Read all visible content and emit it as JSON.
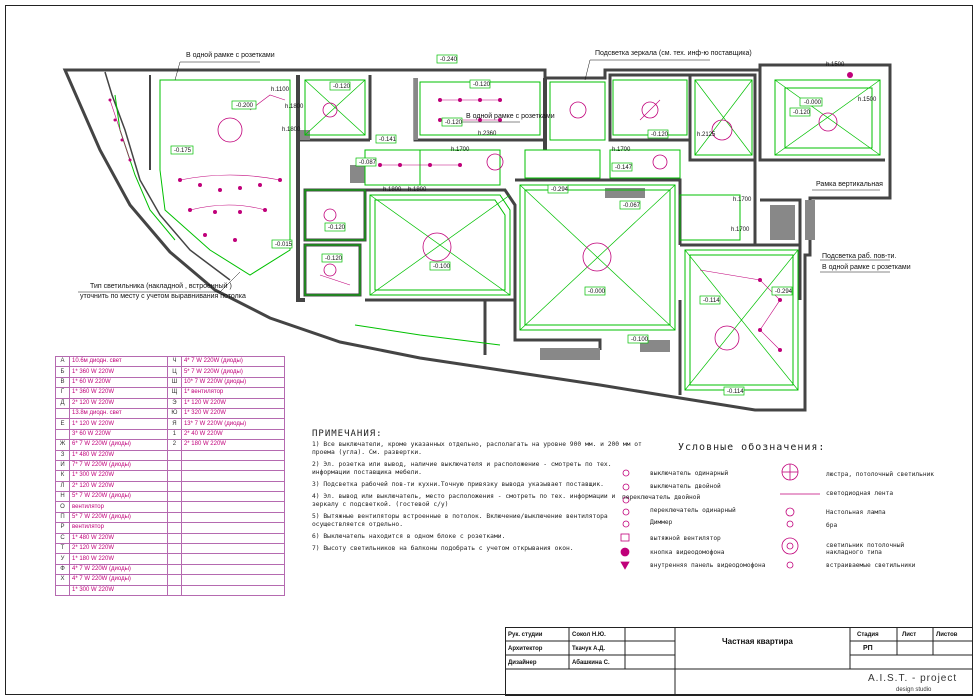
{
  "callouts": {
    "sockets_frame_top": "В одной рамке с розетками",
    "mirror_light": "Подсветка зеркала (см. тех. инф-ю поставщика)",
    "sockets_frame_mid": "В одной рамке с розетками",
    "frame_vertical": "Рамка вертикальная",
    "work_surface": "Подсветка раб. пов-ти.",
    "sockets_frame_right": "В одной рамке с розетками",
    "fixture_type_1": "Тип светильника (накладной , встроенный )",
    "fixture_type_2": "уточнить по месту с учетом выравнивания потолка"
  },
  "levels": [
    "-0.240",
    "-0.120",
    "-0.200",
    "-0.175",
    "-0.120",
    "-0.087",
    "-0.141",
    "-0.120",
    "-0.120",
    "-0.120",
    "-0.147",
    "-0.000",
    "-0.294",
    "-0.067",
    "-0.000",
    "-0.120",
    "-0.294",
    "-0.114",
    "-0.100",
    "-0.114",
    "-0.120",
    "-0.015",
    "-0.100"
  ],
  "heights": [
    "h.1500",
    "h.1500",
    "h.1100",
    "h.1800",
    "h.1800",
    "h.2360",
    "h.2125",
    "h.1700",
    "h.1700",
    "h.1700",
    "h.1800",
    "h.1800",
    "h.1700"
  ],
  "legend_rows": [
    [
      "А",
      "10.6м   диодн. свет",
      "Ч",
      "4* 7 W 220W (диоды)"
    ],
    [
      "Б",
      "1* 360 W 220W",
      "Ц",
      "5* 7 W 220W (диоды)"
    ],
    [
      "В",
      "1* 60 W 220W",
      "Ш",
      "10* 7 W 220W (диоды)"
    ],
    [
      "Г",
      "1* 360 W 220W",
      "Щ",
      "1* вентилятор"
    ],
    [
      "Д",
      "2* 120 W 220W",
      "Э",
      "1* 120 W 220W"
    ],
    [
      "",
      "13.8м   диодн. свет",
      "Ю",
      "1* 320 W 220W"
    ],
    [
      "Е",
      "1* 120 W 220W",
      "Я",
      "13* 7 W 220W (диоды)"
    ],
    [
      "",
      "3* 60 W 220W",
      "1",
      "2* 40 W 220W"
    ],
    [
      "Ж",
      "6* 7 W 220W (диоды)",
      "2",
      "2* 180 W 220W"
    ],
    [
      "З",
      "1* 480 W 220W",
      "",
      ""
    ],
    [
      "И",
      "7* 7 W 220W (диоды)",
      "",
      ""
    ],
    [
      "К",
      "1* 300 W 220W",
      "",
      ""
    ],
    [
      "Л",
      "2* 120 W 220W",
      "",
      ""
    ],
    [
      "Н",
      "5* 7 W 220W (диоды)",
      "",
      ""
    ],
    [
      "О",
      "вентилятор",
      "",
      ""
    ],
    [
      "П",
      "5* 7 W 220W (диоды)",
      "",
      ""
    ],
    [
      "Р",
      "вентилятор",
      "",
      ""
    ],
    [
      "С",
      "1* 480 W 220W",
      "",
      ""
    ],
    [
      "Т",
      "2* 120 W 220W",
      "",
      ""
    ],
    [
      "У",
      "1* 180 W 220W",
      "",
      ""
    ],
    [
      "Ф",
      "4* 7 W 220W (диоды)",
      "",
      ""
    ],
    [
      "Х",
      "4* 7 W 220W (диоды)",
      "",
      ""
    ],
    [
      "",
      "1* 300 W 220W",
      "",
      ""
    ]
  ],
  "notes": {
    "title": "ПРИМЕЧАНИЯ:",
    "items": [
      "1) Все выключатели, кроме указанных отдельно, располагать на уровне 900 мм. и 200 мм от проема (угла). См. развертки.",
      "2) Эл. розетка или вывод, наличие выключателя и расположение - смотреть по тех. информации поставщика мебели.",
      "3) Подсветка рабочей пов-ти кухни.Точную привязку вывода указывает поставщик.",
      "4) Эл. вывод или выключатель, место расположения - смотреть по тех. информации и зеркалу с подсветкой. (гостевой с/у)",
      "5) Вытяжные вентиляторы встроенные в потолок. Включение/выключение вентилятора осуществляется отдельно.",
      "6) Выключатель находится в одном блоке с розетками.",
      "7) Высоту светильников  на балконы подобрать с учетом открывания окон."
    ]
  },
  "symbols": {
    "title": "Условные обозначения:",
    "left": [
      "выключатель одинарный",
      "выключатель двойной",
      "переключатель двойной",
      "переключатель одинарный",
      "Диммер",
      "вытяжной вентилятор",
      "кнопка видеодомофона",
      "внутренняя панель видеодомофона"
    ],
    "right": [
      "люстра, потолочный светильник",
      "светодиодная лента",
      "Настольная лампа",
      "бра",
      "светильник потолочный накладного типа",
      "встраиваемые светильники"
    ]
  },
  "title_block": {
    "rows": [
      [
        "Рук. студии",
        "Сокол Н.Ю."
      ],
      [
        "Архитектор",
        "Ткачук А.Д."
      ],
      [
        "Дизайнер",
        "Абашкина С."
      ]
    ],
    "project": "Частная квартира",
    "stage_h": "Стадия",
    "sheet_h": "Лист",
    "sheets_h": "Листов",
    "stage": "РП"
  },
  "logo": "A.I.S.T. - project",
  "logo_sub": "design studio",
  "colors": {
    "wall": "#444444",
    "light": "#00c000",
    "socket": "#c0007a",
    "text": "#111111"
  }
}
